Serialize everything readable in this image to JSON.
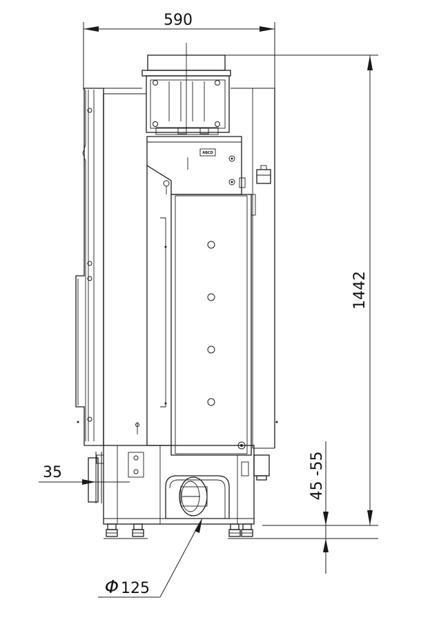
{
  "dimensions": {
    "width": "590",
    "height": "1442",
    "offset_left": "35",
    "foot_adjust": "45 -55",
    "flue_diameter_symbol": "Φ",
    "flue_diameter_value": "125"
  },
  "label_plate": "ABCD"
}
